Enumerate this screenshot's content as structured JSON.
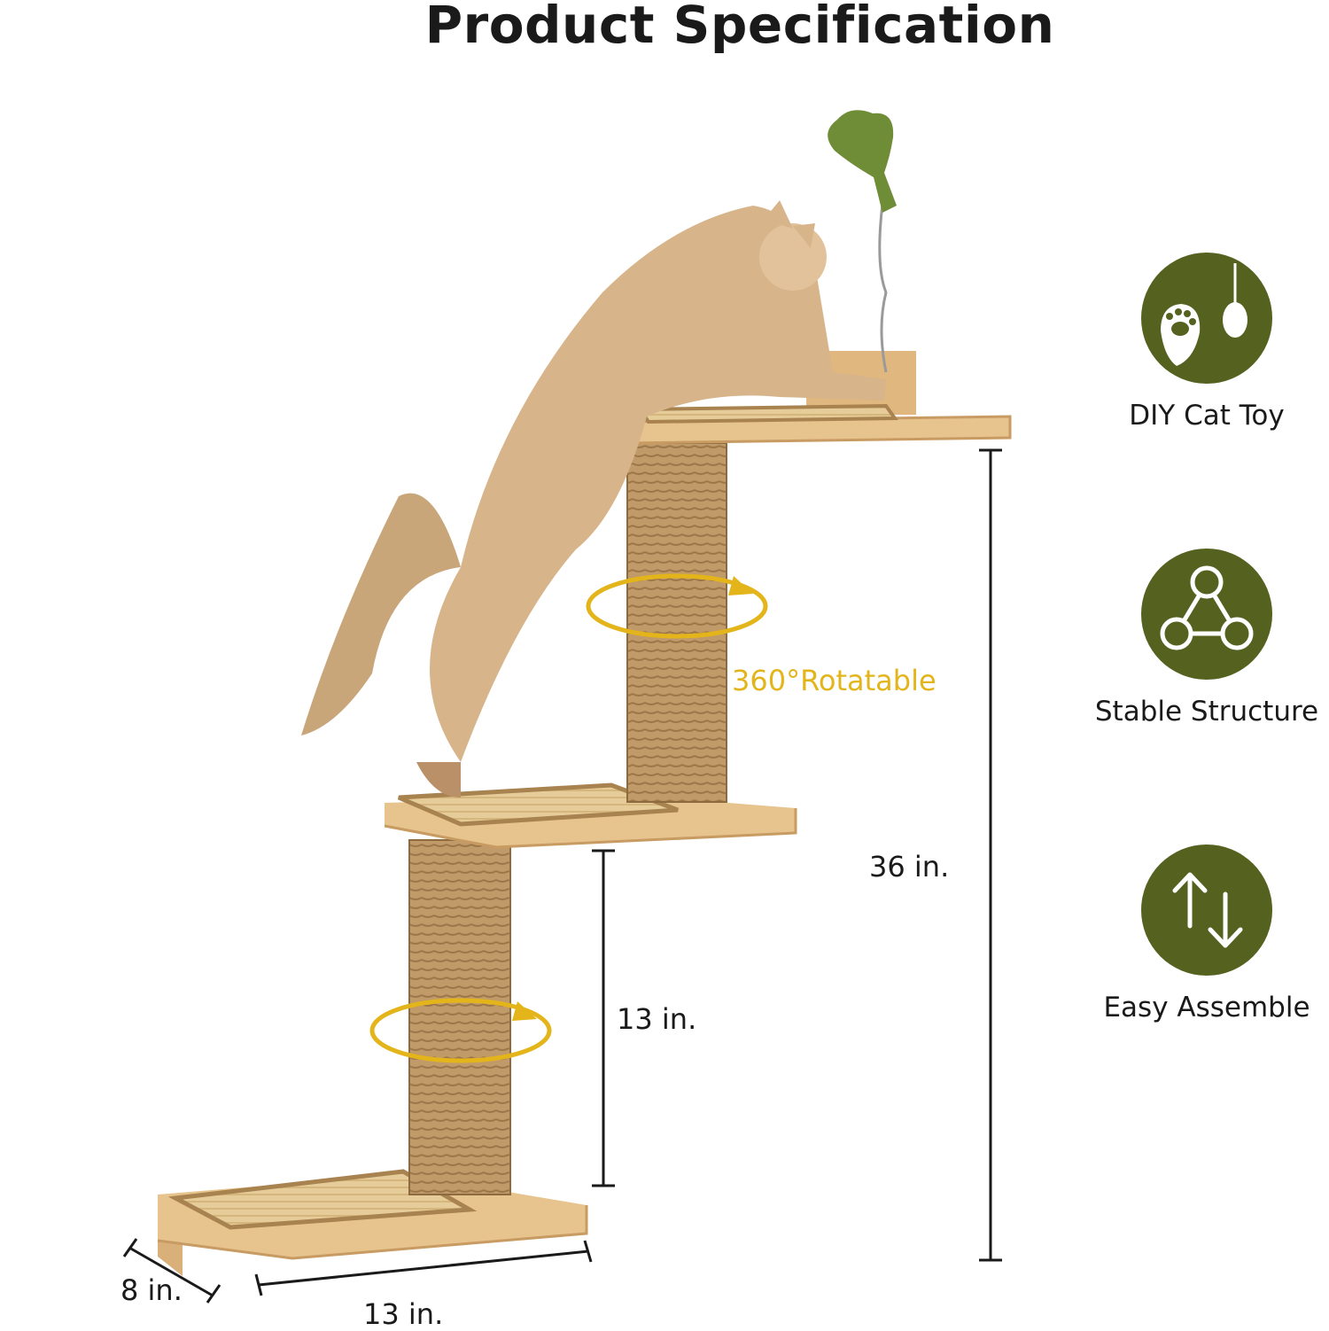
{
  "title": "Product Specification",
  "colors": {
    "brand_green": "#55611f",
    "highlight_yellow": "#e3b51b",
    "wood": "#e7c48e",
    "sisal": "#c09a68"
  },
  "illustration": {
    "rotation_label": "360°Rotatable",
    "dimensions": {
      "total_height": "36 in.",
      "post_height": "13 in.",
      "platform_width": "13 in.",
      "platform_depth": "8 in."
    }
  },
  "features": [
    {
      "icon": "paw-toy-icon",
      "label": "DIY Cat Toy"
    },
    {
      "icon": "triangle-structure-icon",
      "label": "Stable Structure"
    },
    {
      "icon": "up-down-arrows-icon",
      "label": "Easy Assemble"
    }
  ]
}
